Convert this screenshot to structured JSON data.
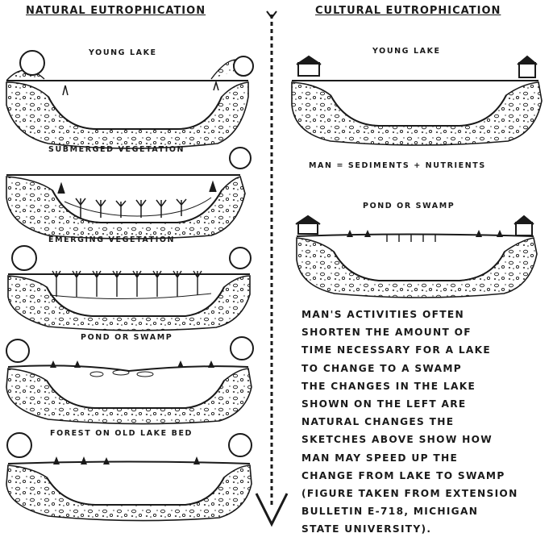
{
  "natural": {
    "title": "NATURAL EUTROPHICATION",
    "stages": [
      "YOUNG LAKE",
      "SUBMERGED VEGETATION",
      "EMERGING VEGETATION",
      "POND OR SWAMP",
      "FOREST ON OLD LAKE BED"
    ]
  },
  "cultural": {
    "title": "CULTURAL EUTROPHICATION",
    "stages": [
      "YOUNG LAKE",
      "MAN = SEDIMENTS + NUTRIENTS",
      "POND OR SWAMP"
    ]
  },
  "caption": {
    "lines": [
      "MAN'S ACTIVITIES OFTEN",
      "SHORTEN THE AMOUNT OF",
      "TIME NECESSARY FOR A LAKE",
      "TO CHANGE TO A SWAMP",
      "THE CHANGES IN THE LAKE",
      "SHOWN ON THE LEFT ARE",
      "NATURAL CHANGES THE",
      "SKETCHES ABOVE SHOW HOW",
      "MAN MAY SPEED UP THE",
      "CHANGE FROM LAKE TO SWAMP",
      "(FIGURE TAKEN FROM EXTENSION",
      "BULLETIN E-718, MICHIGAN",
      "STATE UNIVERSITY)."
    ]
  },
  "colors": {
    "ink": "#1a1a1a",
    "paper": "#ffffff"
  }
}
